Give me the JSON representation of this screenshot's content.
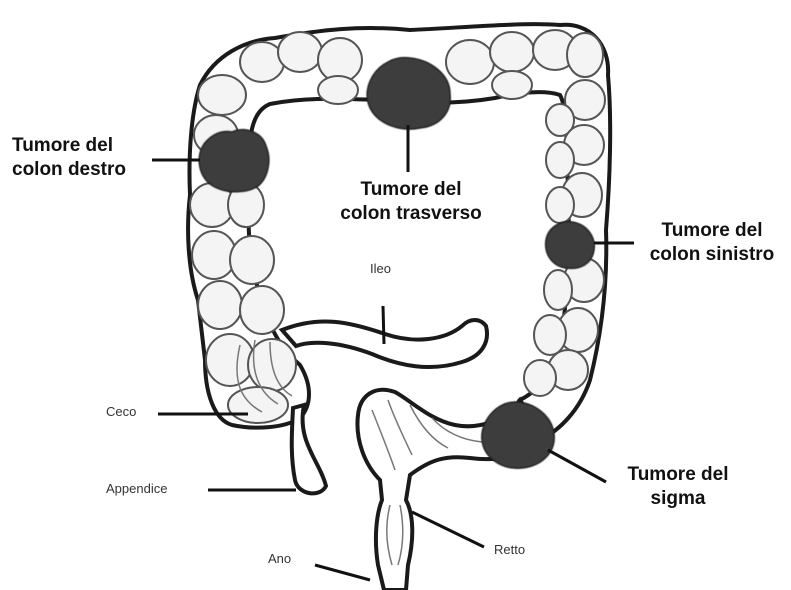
{
  "labels": {
    "right_colon_tumor": {
      "line1": "Tumore del",
      "line2": "colon destro"
    },
    "transverse_colon_tumor": {
      "line1": "Tumore del",
      "line2": "colon trasverso"
    },
    "left_colon_tumor": {
      "line1": "Tumore del",
      "line2": "colon sinistro"
    },
    "sigmoid_tumor": {
      "line1": "Tumore del",
      "line2": "sigma"
    },
    "ileum": "Ileo",
    "cecum": "Ceco",
    "appendix": "Appendice",
    "rectum": "Retto",
    "anus": "Ano"
  },
  "colors": {
    "tumor": "#3c3c3c",
    "outline": "#1a1a1a",
    "fill": "#ffffff",
    "haustra_shade": "#d9d9d9"
  }
}
